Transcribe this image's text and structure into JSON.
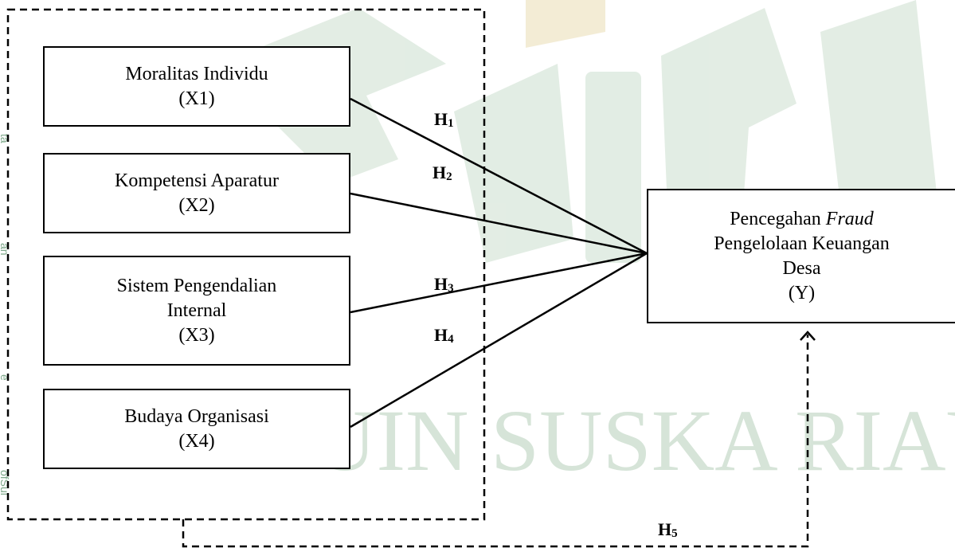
{
  "boxes": {
    "x1": {
      "name": "Moralitas Individu",
      "code": "(X1)"
    },
    "x2": {
      "name": "Kompetensi Aparatur",
      "code": "(X2)"
    },
    "x3": {
      "name_line1": "Sistem Pengendalian",
      "name_line2": "Internal",
      "code": "(X3)"
    },
    "x4": {
      "name": "Budaya Organisasi",
      "code": "(X4)"
    },
    "y": {
      "line1_prefix": "Pencegahan ",
      "line1_italic": "Fraud",
      "line2": "Pengelolaan Keuangan",
      "line3": "Desa",
      "code": "(Y)"
    }
  },
  "hypotheses": {
    "h1": {
      "letter": "H",
      "index": "1"
    },
    "h2": {
      "letter": "H",
      "index": "2"
    },
    "h3": {
      "letter": "H",
      "index": "3"
    },
    "h4": {
      "letter": "H",
      "index": "4"
    },
    "h5": {
      "letter": "H",
      "index": "5"
    }
  },
  "watermark": {
    "text": "UIN SUSKA RIAU",
    "side_text_1": "ta",
    "side_text_2": "an",
    "side_text_3": "e",
    "side_text_4": "ofSul",
    "color": "#c9dccd",
    "logo_color": "#d4e3d6"
  },
  "colors": {
    "line": "#000000",
    "background": "#ffffff"
  }
}
